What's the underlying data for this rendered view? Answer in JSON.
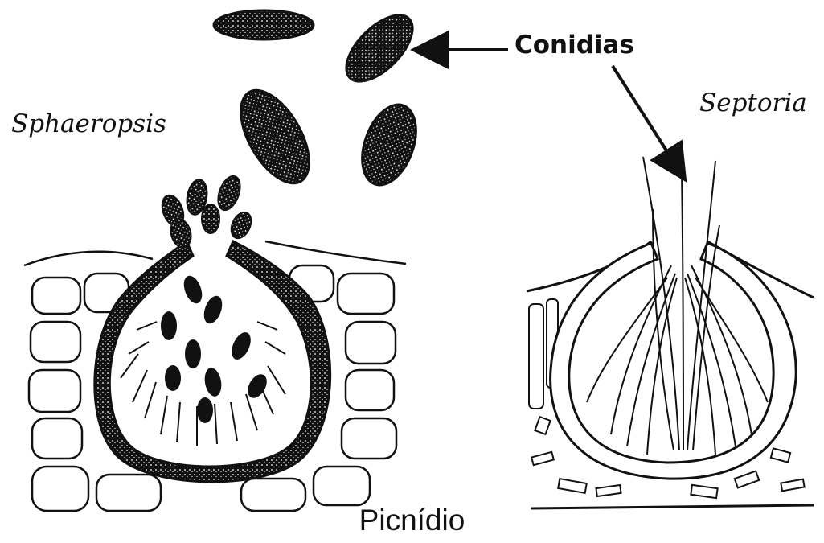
{
  "labels": {
    "sphaeropsis": "Sphaeropsis",
    "septoria": "Septoria",
    "conidias": "Conidias",
    "caption": "Picnídio"
  },
  "colors": {
    "ink": "#111111",
    "background": "#ffffff"
  }
}
